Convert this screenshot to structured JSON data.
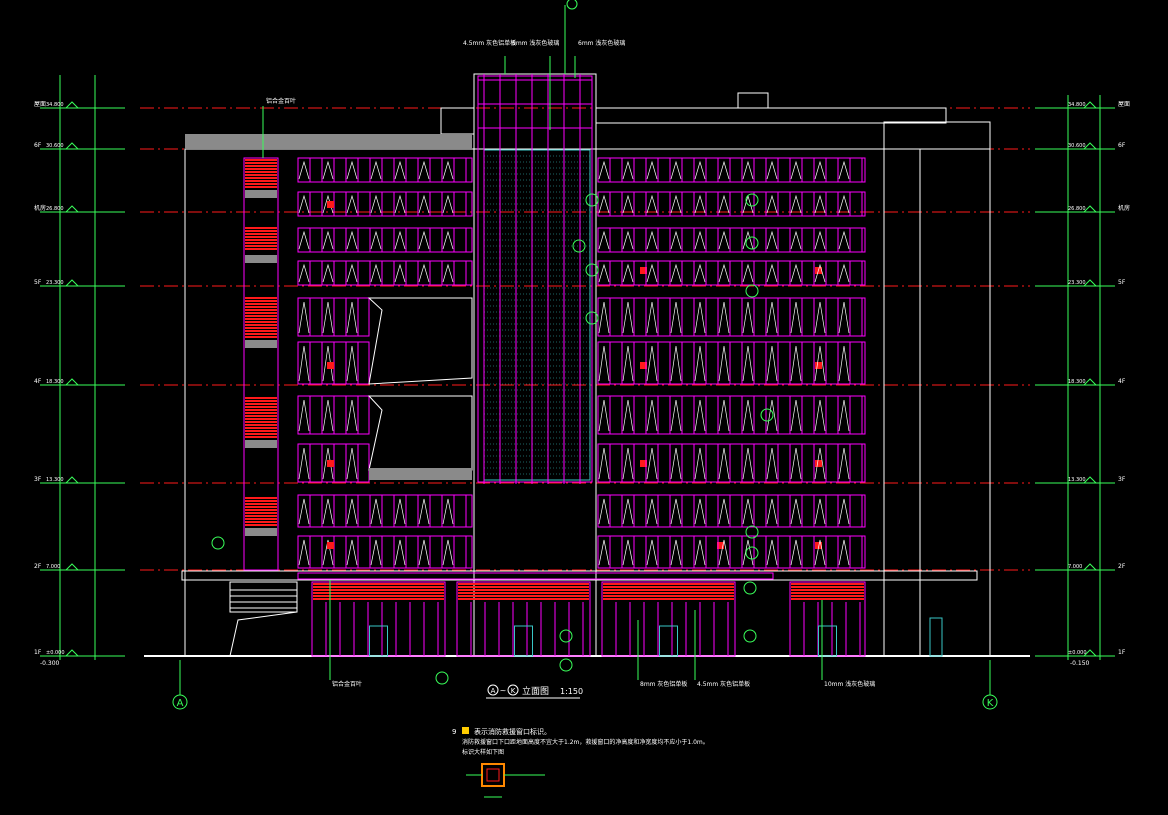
{
  "drawing": {
    "title_left": "A",
    "title_tilde": "~",
    "title_right": "K",
    "title_text": "立面图",
    "scale": "1:150",
    "grid_left": "A",
    "grid_right": "K"
  },
  "floors_left": [
    {
      "name": "屋面",
      "elev": "34.800"
    },
    {
      "name": "6F",
      "elev": "30.600"
    },
    {
      "name": "机房",
      "elev": "26.800"
    },
    {
      "name": "5F",
      "elev": "23.300"
    },
    {
      "name": "4F",
      "elev": "18.300"
    },
    {
      "name": "3F",
      "elev": "13.300"
    },
    {
      "name": "2F",
      "elev": "7.000"
    },
    {
      "name": "1F",
      "elev": "±0.000"
    }
  ],
  "floors_right": [
    {
      "name": "屋面",
      "elev": "34.800"
    },
    {
      "name": "6F",
      "elev": "30.600"
    },
    {
      "name": "机房",
      "elev": "26.800"
    },
    {
      "name": "5F",
      "elev": "23.300"
    },
    {
      "name": "4F",
      "elev": "18.300"
    },
    {
      "name": "3F",
      "elev": "13.300"
    },
    {
      "name": "2F",
      "elev": "7.000"
    },
    {
      "name": "1F",
      "elev": "±0.000"
    }
  ],
  "ground_left": "-0.300",
  "ground_right": "-0.150",
  "annotations_top": [
    "4.5mm 灰色铝单板",
    "6mm 浅灰色玻璃",
    "6mm 浅灰色玻璃"
  ],
  "annotations_side": "铝合金百叶",
  "annotations_bottom": [
    "铝合金百叶",
    "8mm 灰色铝单板",
    "4.5mm 灰色铝单板",
    "10mm 浅灰色玻璃"
  ],
  "notes": {
    "index": "9",
    "line1": "表示消防救援窗口标识。",
    "line2": "消防救援窗口下口距地面高度不宜大于1.2m，救援窗口的净高度和净宽度均不应小于1.0m。",
    "line3": "标识大样如下图"
  },
  "colors": {
    "magenta": "#ff00ff",
    "red": "#ff1a1a",
    "green": "#39ff5a",
    "cyan": "#39c6c6",
    "white": "#ffffff",
    "gray": "#8a8a8a"
  }
}
